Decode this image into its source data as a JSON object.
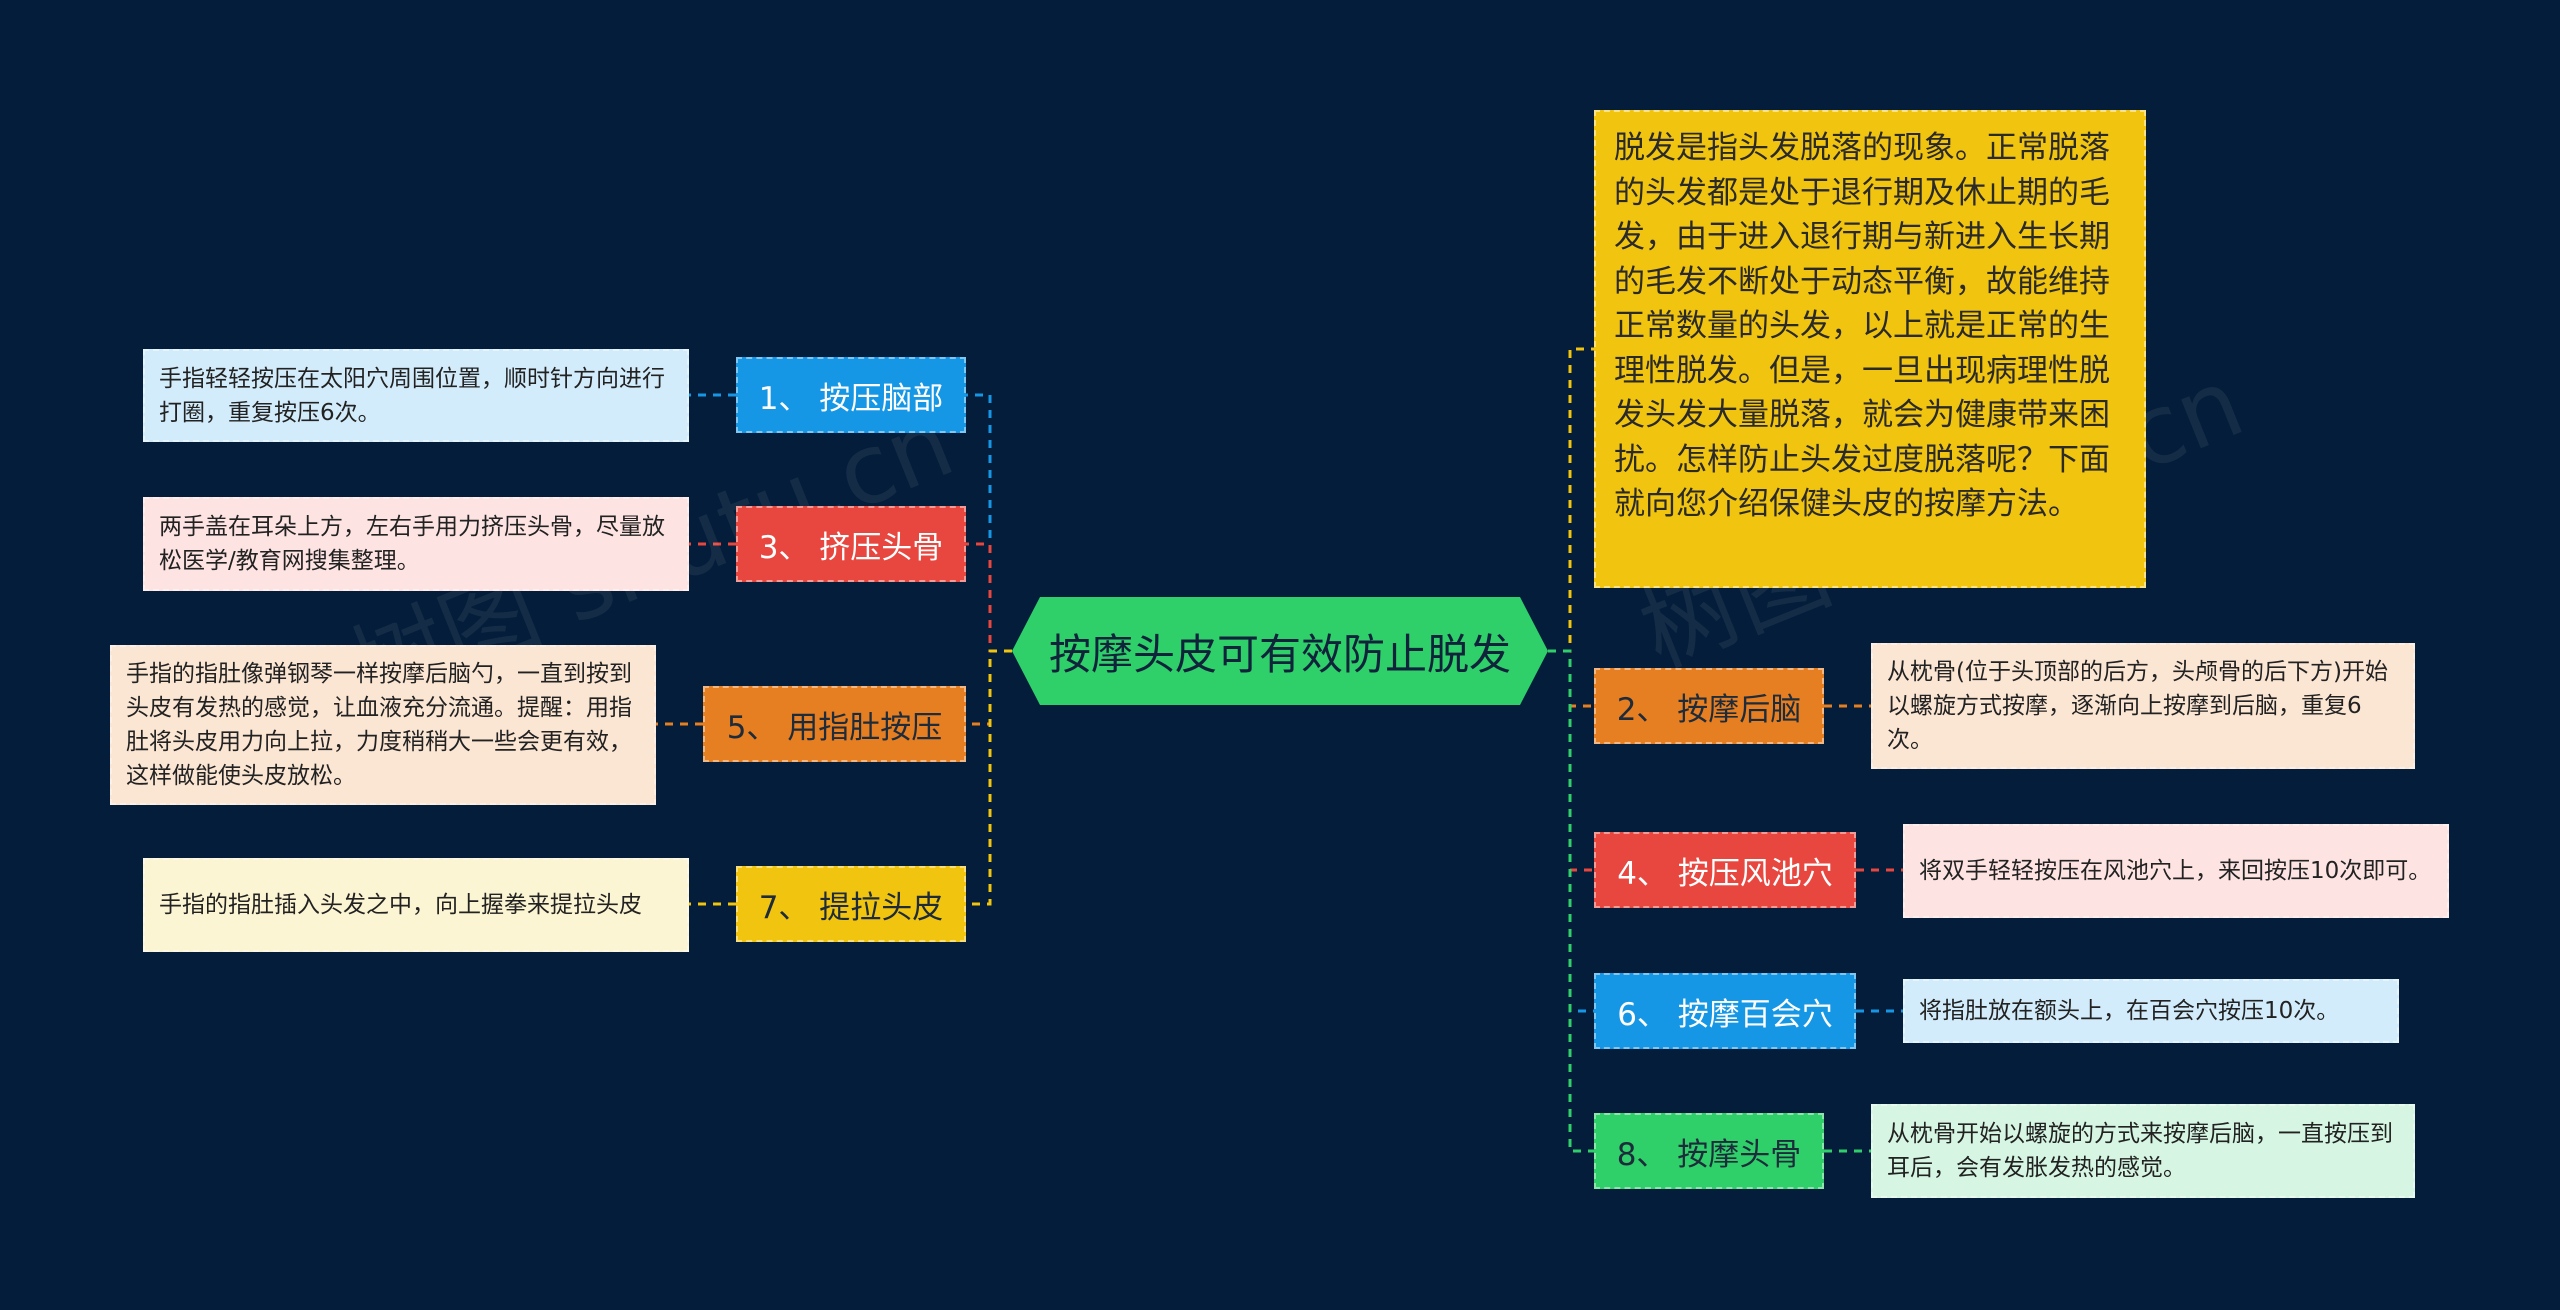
{
  "center": {
    "label": "按摩头皮可有效防止脱发",
    "color": "#2fcf6a"
  },
  "intro": {
    "text": "脱发是指头发脱落的现象。正常脱落的头发都是处于退行期及休止期的毛发，由于进入退行期与新进入生长期的毛发不断处于动态平衡，故能维持正常数量的头发，以上就是正常的生理性脱发。但是，一旦出现病理性脱发头发大量脱落，就会为健康带来困扰。怎样防止头发过度脱落呢？下面就向您介绍保健头皮的按摩方法。",
    "color": "#f1c40f"
  },
  "left_branches": [
    {
      "label": "1、 按压脑部",
      "color": "#1597e5",
      "leaf": "手指轻轻按压在太阳穴周围位置，顺时针方向进行打圈，重复按压6次。",
      "leaf_color": "#d3ecfb"
    },
    {
      "label": "3、 挤压头骨",
      "color": "#e8473f",
      "leaf": "两手盖在耳朵上方，左右手用力挤压头骨，尽量放松医学/教育网搜集整理。",
      "leaf_color": "#fde3e1"
    },
    {
      "label": "5、 用指肚按压",
      "color": "#e67e22",
      "leaf": "手指的指肚像弹钢琴一样按摩后脑勺，一直到按到头皮有发热的感觉，让血液充分流通。提醒：用指肚将头皮用力向上拉，力度稍稍大一些会更有效，这样做能使头皮放松。",
      "leaf_color": "#fbe5d3"
    },
    {
      "label": "7、 提拉头皮",
      "color": "#f1c40f",
      "leaf": "手指的指肚插入头发之中，向上握拳来提拉头皮",
      "leaf_color": "#fcf5d3"
    }
  ],
  "right_branches": [
    {
      "label": "2、 按摩后脑",
      "color": "#e67e22",
      "leaf": "从枕骨(位于头顶部的后方，头颅骨的后下方)开始以螺旋方式按摩，逐渐向上按摩到后脑，重复6次。",
      "leaf_color": "#fbe5d3"
    },
    {
      "label": "4、 按压风池穴",
      "color": "#e8473f",
      "leaf": "将双手轻轻按压在风池穴上，来回按压10次即可。",
      "leaf_color": "#fde3e1"
    },
    {
      "label": "6、 按摩百会穴",
      "color": "#1597e5",
      "leaf": "将指肚放在额头上，在百会穴按压10次。",
      "leaf_color": "#d3ecfb"
    },
    {
      "label": "8、 按摩头骨",
      "color": "#2fcf6a",
      "leaf": "从枕骨开始以螺旋的方式来按摩后脑，一直按压到耳后，会有发胀发热的感觉。",
      "leaf_color": "#d6f6e3"
    }
  ],
  "watermark": "树图 shutu.cn",
  "colors": {
    "background": "#041d3a",
    "line_text_dark": "#1d2b3a"
  }
}
